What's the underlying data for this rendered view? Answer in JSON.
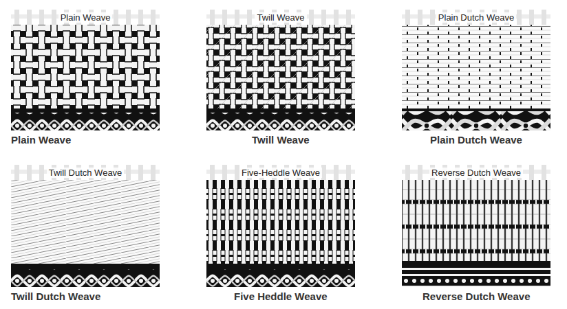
{
  "diagram": {
    "nodes": [
      {
        "text": [
          "Plain Weave",
          "Plain Weave"
        ]
      },
      {
        "text": [
          "Twill Weave",
          "Twill Weave"
        ]
      },
      {
        "text": [
          "Plain Dutch Weave",
          "Plain Dutch Weave"
        ]
      },
      {
        "text": [
          "Twill Dutch Weave",
          "Twill Dutch Weave"
        ]
      },
      {
        "text": [
          "Five-Heddle Weave",
          "Five Heddle Weave"
        ]
      },
      {
        "text": [
          "Reverse Dutch Weave",
          "Reverse Dutch Weave"
        ]
      }
    ]
  }
}
